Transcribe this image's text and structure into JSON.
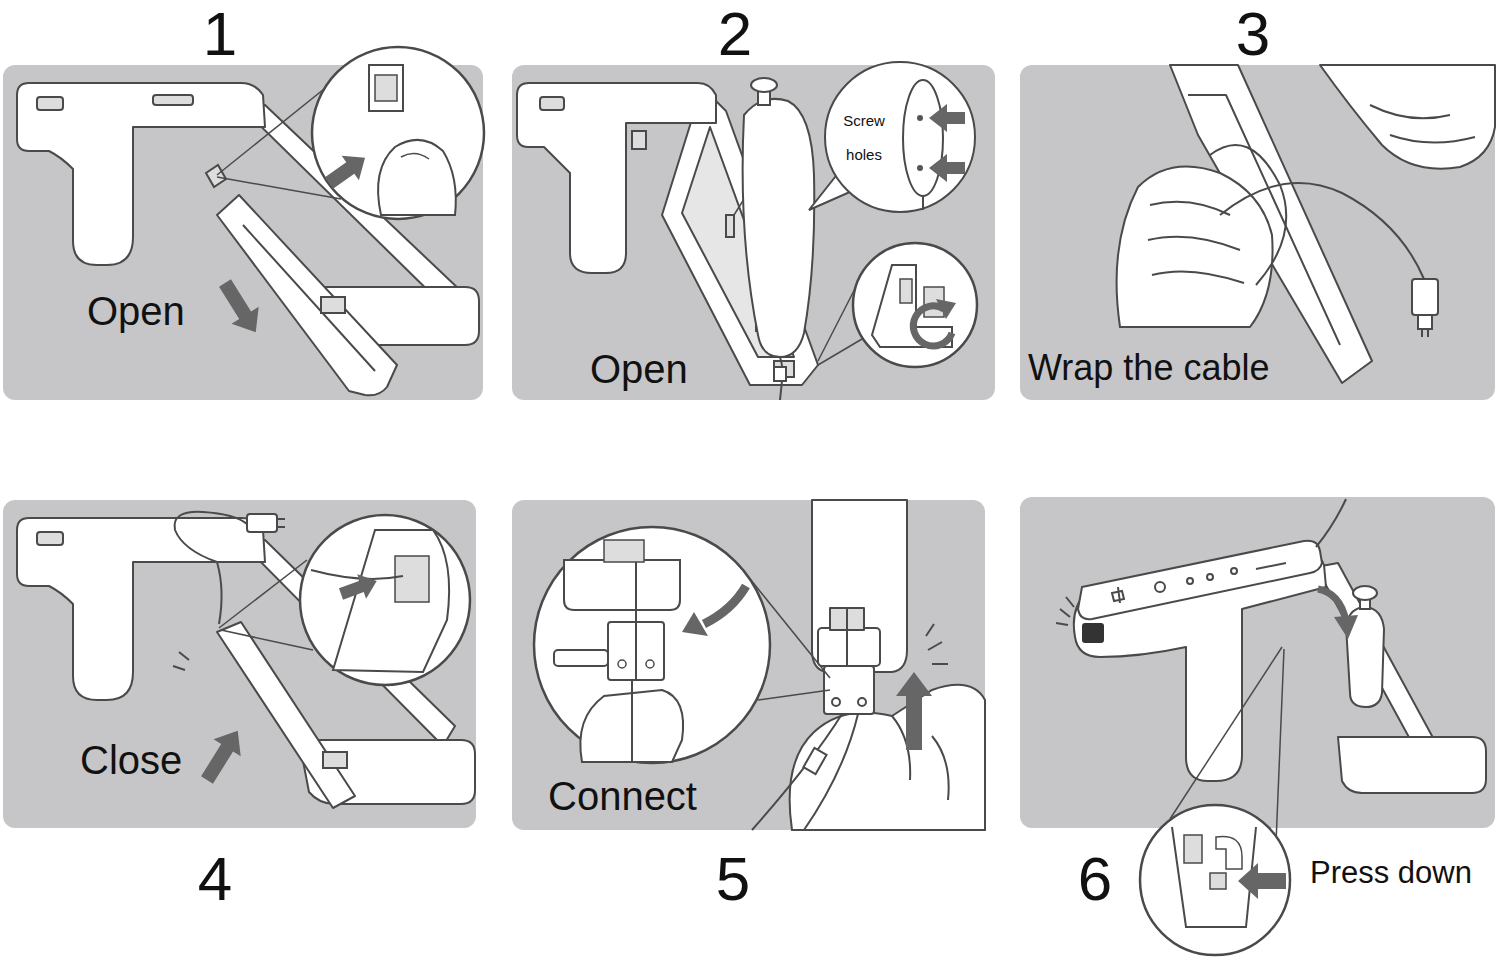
{
  "diagram": {
    "nodes": [
      {
        "text": [
          "1",
          "Open"
        ]
      },
      {
        "text": [
          "2",
          "Open"
        ]
      },
      {
        "text": [
          "Screw holes"
        ],
        "in": 1
      },
      {
        "text": [
          "3",
          "Wrap the cable"
        ]
      },
      {
        "text": [
          "4",
          "Close"
        ]
      },
      {
        "text": [
          "5",
          "Connect"
        ]
      },
      {
        "text": [
          "6"
        ]
      }
    ],
    "labels": [
      "Press down"
    ]
  }
}
